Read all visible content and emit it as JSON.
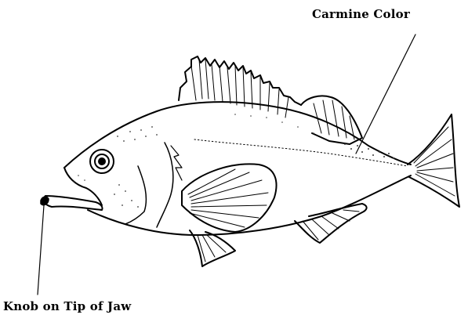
{
  "labels": {
    "carmine": "Carmine Color",
    "knob": "Knob on Tip of Jaw"
  },
  "colors": {
    "ink": "#000000",
    "paper": "#ffffff",
    "stipple": "#3a3a3a"
  },
  "icons": {
    "subject": "rockfish-illustration"
  }
}
